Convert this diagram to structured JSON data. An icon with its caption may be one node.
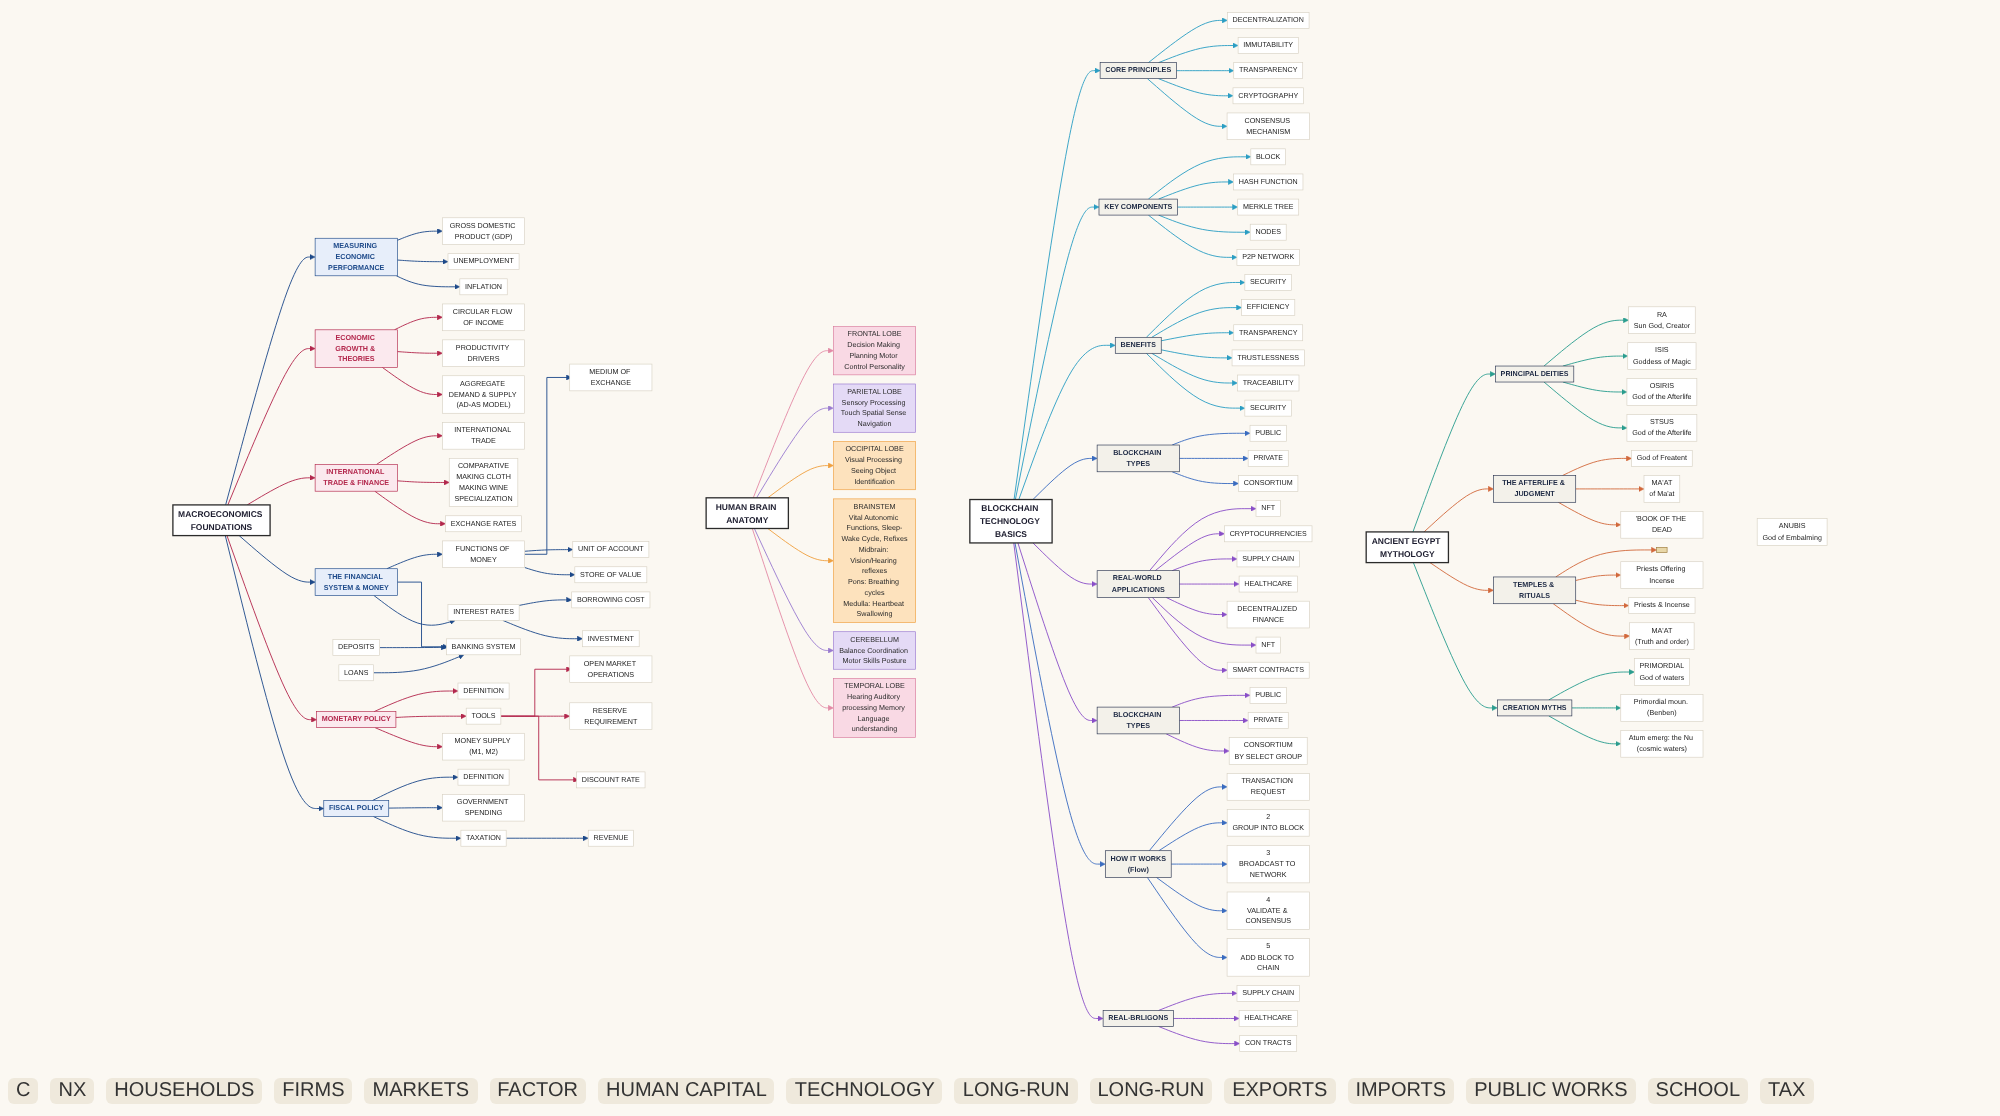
{
  "diagram": {
    "nodes": [
      {
        "text": [
          "MACROECONOMICS FOUNDATIONS"
        ]
      },
      {
        "text": [
          "MEASURING ECONOMIC PERFORMANCE"
        ]
      },
      {
        "text": [
          "GROSS DOMESTIC PRODUCT (GDP)"
        ]
      },
      {
        "text": [
          "UNEMPLOYMENT"
        ]
      },
      {
        "text": [
          "INFLATION"
        ]
      },
      {
        "text": [
          "ECONOMIC GROWTH & THEORIES"
        ]
      },
      {
        "text": [
          "CIRCULAR FLOW OF INCOME"
        ]
      },
      {
        "text": [
          "PRODUCTIVITY DRIVERS"
        ]
      },
      {
        "text": [
          "AGGREGATE DEMAND & SUPPLY (AD-AS MODEL)"
        ]
      },
      {
        "text": [
          "INTERNATIONAL TRADE & FINANCE"
        ]
      },
      {
        "text": [
          "INTERNATIONAL TRADE"
        ]
      },
      {
        "text": [
          "COMPARATIVE",
          "MAKING CLOTH",
          "MAKING WINE",
          "SPECIALIZATION"
        ]
      },
      {
        "text": [
          "EXCHANGE RATES"
        ]
      },
      {
        "text": [
          "THE FINANCIAL SYSTEM & MONEY"
        ]
      },
      {
        "text": [
          "FUNCTIONS OF MONEY"
        ]
      },
      {
        "text": [
          "MEDIUM OF EXCHANGE"
        ]
      },
      {
        "text": [
          "UNIT OF ACCOUNT"
        ]
      },
      {
        "text": [
          "STORE OF VALUE"
        ]
      },
      {
        "text": [
          "BANKING SYSTEM"
        ]
      },
      {
        "text": [
          "DEPOSITS"
        ]
      },
      {
        "text": [
          "LOANS"
        ]
      },
      {
        "text": [
          "INTEREST RATES"
        ]
      },
      {
        "text": [
          "BORROWING COST"
        ]
      },
      {
        "text": [
          "INVESTMENT"
        ]
      },
      {
        "text": [
          "MONETARY POLICY"
        ]
      },
      {
        "text": [
          "DEFINITION"
        ]
      },
      {
        "text": [
          "TOOLS"
        ]
      },
      {
        "text": [
          "OPEN MARKET OPERATIONS"
        ]
      },
      {
        "text": [
          "RESERVE REQUIREMENT"
        ]
      },
      {
        "text": [
          "DISCOUNT RATE"
        ]
      },
      {
        "text": [
          "MONEY SUPPLY (M1, M2)"
        ]
      },
      {
        "text": [
          "FISCAL POLICY"
        ]
      },
      {
        "text": [
          "DEFINITION"
        ]
      },
      {
        "text": [
          "GOVERNMENT SPENDING"
        ]
      },
      {
        "text": [
          "TAXATION"
        ]
      },
      {
        "text": [
          "REVENUE"
        ]
      },
      {
        "text": [
          "HUMAN BRAIN ANATOMY"
        ]
      },
      {
        "text": [
          "FRONTAL LOBE",
          "Decision Making Planning Motor Control Personality"
        ]
      },
      {
        "text": [
          "PARIETAL LOBE",
          "Sensory Processing Touch Spatial Sense Navigation"
        ]
      },
      {
        "text": [
          "OCCIPITAL LOBE",
          "Visual Processing Seeing Object Identification"
        ]
      },
      {
        "text": [
          "BRAINSTEM",
          "Vital Autonomic Functions, Sleep-Wake Cycle, Refixes",
          "Midbrain: Vision/Hearing reflexes",
          "Pons: Breathing cycles",
          "Medulla: Heartbeat Swallowing"
        ]
      },
      {
        "text": [
          "CEREBELLUM",
          "Balance Coordination Motor Skills Posture"
        ]
      },
      {
        "text": [
          "TEMPORAL LOBE",
          "Hearing Auditory processing Memory Language understanding"
        ]
      },
      {
        "text": [
          "BLOCKCHAIN TECHNOLOGY BASICS"
        ]
      },
      {
        "text": [
          "CORE PRINCIPLES"
        ]
      },
      {
        "text": [
          "DECENTRALIZATION"
        ]
      },
      {
        "text": [
          "IMMUTABILITY"
        ]
      },
      {
        "text": [
          "TRANSPARENCY"
        ]
      },
      {
        "text": [
          "CRYPTOGRAPHY"
        ]
      },
      {
        "text": [
          "CONSENSUS MECHANISM"
        ]
      },
      {
        "text": [
          "KEY COMPONENTS"
        ]
      },
      {
        "text": [
          "BLOCK"
        ]
      },
      {
        "text": [
          "HASH FUNCTION"
        ]
      },
      {
        "text": [
          "MERKLE TREE"
        ]
      },
      {
        "text": [
          "NODES"
        ]
      },
      {
        "text": [
          "P2P NETWORK"
        ]
      },
      {
        "text": [
          "BENEFITS"
        ]
      },
      {
        "text": [
          "SECURITY"
        ]
      },
      {
        "text": [
          "EFFICIENCY"
        ]
      },
      {
        "text": [
          "TRANSPARENCY"
        ]
      },
      {
        "text": [
          "TRUSTLESSNESS"
        ]
      },
      {
        "text": [
          "TRACEABILITY"
        ]
      },
      {
        "text": [
          "SECURITY"
        ]
      },
      {
        "text": [
          "BLOCKCHAIN TYPES"
        ]
      },
      {
        "text": [
          "PUBLIC"
        ]
      },
      {
        "text": [
          "PRIVATE"
        ]
      },
      {
        "text": [
          "CONSORTIUM"
        ]
      },
      {
        "text": [
          "REAL-WORLD APPLICATIONS"
        ]
      },
      {
        "text": [
          "NFT"
        ]
      },
      {
        "text": [
          "CRYPTOCURRENCIES"
        ]
      },
      {
        "text": [
          "SUPPLY CHAIN"
        ]
      },
      {
        "text": [
          "HEALTHCARE"
        ]
      },
      {
        "text": [
          "DECENTRALIZED FINANCE"
        ]
      },
      {
        "text": [
          "NFT"
        ]
      },
      {
        "text": [
          "SMART CONTRACTS"
        ]
      },
      {
        "text": [
          "BLOCKCHAIN TYPES"
        ]
      },
      {
        "text": [
          "PUBLIC"
        ]
      },
      {
        "text": [
          "PRIVATE"
        ]
      },
      {
        "text": [
          "CONSORTIUM",
          "BY SELECT GROUP"
        ]
      },
      {
        "text": [
          "HOW IT WORKS",
          "(Flow)"
        ]
      },
      {
        "text": [
          "TRANSACTION REQUEST"
        ]
      },
      {
        "text": [
          "2",
          "GROUP INTO BLOCK"
        ]
      },
      {
        "text": [
          "3",
          "BROADCAST TO NETWORK"
        ]
      },
      {
        "text": [
          "4",
          "VALIDATE & CONSENSUS"
        ]
      },
      {
        "text": [
          "5",
          "ADD BLOCK TO CHAIN"
        ]
      },
      {
        "text": [
          "REAL-BRLIGONS"
        ]
      },
      {
        "text": [
          "SUPPLY CHAIN"
        ]
      },
      {
        "text": [
          "HEALTHCARE"
        ]
      },
      {
        "text": [
          "CON TRACTS"
        ]
      },
      {
        "text": [
          "ANCIENT EGYPT MYTHOLOGY"
        ]
      },
      {
        "text": [
          "PRINCIPAL DEITIES"
        ]
      },
      {
        "text": [
          "RA",
          "Sun God, Creator"
        ]
      },
      {
        "text": [
          "ISIS",
          "Goddess of Magic"
        ]
      },
      {
        "text": [
          "OSIRIS",
          "God of the Afterlife"
        ]
      },
      {
        "text": [
          "STSUS",
          "God of the Afterlife"
        ]
      },
      {
        "text": [
          "THE AFTERLIFE & JUDGMENT"
        ]
      },
      {
        "text": [
          "God of Freatent"
        ]
      },
      {
        "text": [
          "ANUBIS",
          "God of Embalming"
        ]
      },
      {
        "text": [
          "MA'AT",
          "of Ma'at"
        ]
      },
      {
        "text": [
          "'BOOK OF THE DEAD"
        ]
      },
      {
        "text": [
          "TEMPLES & RITUALS"
        ]
      },
      {
        "text": [],
        "shape": "box"
      },
      {
        "text": [
          "Priests Offering Incense"
        ]
      },
      {
        "text": [
          "Priests & Incense"
        ]
      },
      {
        "text": [
          "MA'AT",
          "(Truth and order)"
        ]
      },
      {
        "text": [
          "CREATION MYTHS"
        ]
      },
      {
        "text": [
          "PRIMORDIAL",
          "God of waters"
        ]
      },
      {
        "text": [
          "Primordial moun. (Benben)"
        ]
      },
      {
        "text": [
          "Atum emerg: the Nu (cosmic waters)"
        ]
      }
    ],
    "edges": [
      {
        "from": 0,
        "to": 1,
        "arrow": "to",
        "color": "#1e4a8a"
      },
      {
        "from": 1,
        "to": 2,
        "arrow": "to",
        "color": "#1e4a8a"
      },
      {
        "from": 1,
        "to": 3,
        "arrow": "to",
        "color": "#1e4a8a"
      },
      {
        "from": 1,
        "to": 4,
        "arrow": "to",
        "color": "#1e4a8a"
      },
      {
        "from": 0,
        "to": 5,
        "arrow": "to",
        "color": "#b3284d"
      },
      {
        "from": 5,
        "to": 6,
        "arrow": "to",
        "color": "#b3284d"
      },
      {
        "from": 5,
        "to": 7,
        "arrow": "to",
        "color": "#b3284d"
      },
      {
        "from": 5,
        "to": 8,
        "arrow": "to",
        "color": "#b3284d"
      },
      {
        "from": 0,
        "to": 9,
        "arrow": "to",
        "color": "#b3284d"
      },
      {
        "from": 9,
        "to": 10,
        "arrow": "to",
        "color": "#b3284d"
      },
      {
        "from": 9,
        "to": 11,
        "arrow": "to",
        "color": "#b3284d"
      },
      {
        "from": 9,
        "to": 12,
        "arrow": "to",
        "color": "#b3284d"
      },
      {
        "from": 0,
        "to": 13,
        "arrow": "to",
        "color": "#1e4a8a"
      },
      {
        "from": 13,
        "to": 14,
        "arrow": "to",
        "color": "#1e4a8a"
      },
      {
        "from": 14,
        "to": 15,
        "arrow": "to",
        "color": "#1e4a8a"
      },
      {
        "from": 14,
        "to": 16,
        "arrow": "to",
        "color": "#1e4a8a"
      },
      {
        "from": 14,
        "to": 17,
        "arrow": "to",
        "color": "#1e4a8a"
      },
      {
        "from": 13,
        "to": 18,
        "arrow": "to",
        "color": "#1e4a8a"
      },
      {
        "from": 19,
        "to": 18,
        "arrow": "to",
        "color": "#1e4a8a"
      },
      {
        "from": 20,
        "to": 18,
        "arrow": "to",
        "color": "#1e4a8a"
      },
      {
        "from": 13,
        "to": 21,
        "arrow": "to",
        "color": "#1e4a8a"
      },
      {
        "from": 21,
        "to": 22,
        "arrow": "to",
        "color": "#1e4a8a"
      },
      {
        "from": 21,
        "to": 23,
        "arrow": "to",
        "color": "#1e4a8a"
      },
      {
        "from": 0,
        "to": 24,
        "arrow": "to",
        "color": "#b3284d"
      },
      {
        "from": 24,
        "to": 25,
        "arrow": "to",
        "color": "#b3284d"
      },
      {
        "from": 24,
        "to": 26,
        "arrow": "to",
        "color": "#b3284d"
      },
      {
        "from": 26,
        "to": 27,
        "arrow": "to",
        "color": "#b3284d"
      },
      {
        "from": 26,
        "to": 28,
        "arrow": "to",
        "color": "#b3284d"
      },
      {
        "from": 26,
        "to": 29,
        "arrow": "to",
        "color": "#b3284d"
      },
      {
        "from": 24,
        "to": 30,
        "arrow": "to",
        "color": "#b3284d"
      },
      {
        "from": 0,
        "to": 31,
        "arrow": "to",
        "color": "#1e4a8a"
      },
      {
        "from": 31,
        "to": 32,
        "arrow": "to",
        "color": "#1e4a8a"
      },
      {
        "from": 31,
        "to": 33,
        "arrow": "to",
        "color": "#1e4a8a"
      },
      {
        "from": 31,
        "to": 34,
        "arrow": "to",
        "color": "#1e4a8a"
      },
      {
        "from": 34,
        "to": 35,
        "arrow": "to",
        "color": "#1e4a8a"
      },
      {
        "from": 36,
        "to": 37,
        "arrow": "to",
        "color": "#e38aa6"
      },
      {
        "from": 36,
        "to": 38,
        "arrow": "to",
        "color": "#9a7bd0"
      },
      {
        "from": 36,
        "to": 39,
        "arrow": "to",
        "color": "#f0a040"
      },
      {
        "from": 36,
        "to": 40,
        "arrow": "to",
        "color": "#f0a040"
      },
      {
        "from": 36,
        "to": 41,
        "arrow": "to",
        "color": "#9a7bd0"
      },
      {
        "from": 36,
        "to": 42,
        "arrow": "to",
        "color": "#e38aa6"
      },
      {
        "from": 43,
        "to": 44,
        "arrow": "to",
        "color": "#2b9ec4"
      },
      {
        "from": 44,
        "to": 45,
        "arrow": "to",
        "color": "#2b9ec4"
      },
      {
        "from": 44,
        "to": 46,
        "arrow": "to",
        "color": "#2b9ec4"
      },
      {
        "from": 44,
        "to": 47,
        "arrow": "to",
        "color": "#2b9ec4"
      },
      {
        "from": 44,
        "to": 48,
        "arrow": "to",
        "color": "#2b9ec4"
      },
      {
        "from": 44,
        "to": 49,
        "arrow": "to",
        "color": "#2b9ec4"
      },
      {
        "from": 43,
        "to": 50,
        "arrow": "to",
        "color": "#2b9ec4"
      },
      {
        "from": 50,
        "to": 51,
        "arrow": "to",
        "color": "#2b9ec4"
      },
      {
        "from": 50,
        "to": 52,
        "arrow": "to",
        "color": "#2b9ec4"
      },
      {
        "from": 50,
        "to": 53,
        "arrow": "to",
        "color": "#2b9ec4"
      },
      {
        "from": 50,
        "to": 54,
        "arrow": "to",
        "color": "#2b9ec4"
      },
      {
        "from": 50,
        "to": 55,
        "arrow": "to",
        "color": "#2b9ec4"
      },
      {
        "from": 43,
        "to": 56,
        "arrow": "to",
        "color": "#2b9ec4"
      },
      {
        "from": 56,
        "to": 57,
        "arrow": "to",
        "color": "#2b9ec4"
      },
      {
        "from": 56,
        "to": 58,
        "arrow": "to",
        "color": "#2b9ec4"
      },
      {
        "from": 56,
        "to": 59,
        "arrow": "to",
        "color": "#2b9ec4"
      },
      {
        "from": 56,
        "to": 60,
        "arrow": "to",
        "color": "#2b9ec4"
      },
      {
        "from": 56,
        "to": 61,
        "arrow": "to",
        "color": "#2b9ec4"
      },
      {
        "from": 56,
        "to": 62,
        "arrow": "to",
        "color": "#2b9ec4"
      },
      {
        "from": 43,
        "to": 63,
        "arrow": "to",
        "color": "#3a6cc0"
      },
      {
        "from": 63,
        "to": 64,
        "arrow": "to",
        "color": "#3a6cc0"
      },
      {
        "from": 63,
        "to": 65,
        "arrow": "to",
        "color": "#3a6cc0"
      },
      {
        "from": 63,
        "to": 66,
        "arrow": "to",
        "color": "#3a6cc0"
      },
      {
        "from": 43,
        "to": 67,
        "arrow": "to",
        "color": "#8a4fc8"
      },
      {
        "from": 67,
        "to": 68,
        "arrow": "to",
        "color": "#8a4fc8"
      },
      {
        "from": 67,
        "to": 69,
        "arrow": "to",
        "color": "#8a4fc8"
      },
      {
        "from": 67,
        "to": 70,
        "arrow": "to",
        "color": "#8a4fc8"
      },
      {
        "from": 67,
        "to": 71,
        "arrow": "to",
        "color": "#8a4fc8"
      },
      {
        "from": 67,
        "to": 72,
        "arrow": "to",
        "color": "#8a4fc8"
      },
      {
        "from": 67,
        "to": 73,
        "arrow": "to",
        "color": "#8a4fc8"
      },
      {
        "from": 67,
        "to": 74,
        "arrow": "to",
        "color": "#8a4fc8"
      },
      {
        "from": 43,
        "to": 75,
        "arrow": "to",
        "color": "#8a4fc8"
      },
      {
        "from": 75,
        "to": 76,
        "arrow": "to",
        "color": "#8a4fc8"
      },
      {
        "from": 75,
        "to": 77,
        "arrow": "to",
        "color": "#8a4fc8"
      },
      {
        "from": 75,
        "to": 78,
        "arrow": "to",
        "color": "#8a4fc8"
      },
      {
        "from": 43,
        "to": 79,
        "arrow": "to",
        "color": "#3a6cc0"
      },
      {
        "from": 79,
        "to": 80,
        "arrow": "to",
        "color": "#3a6cc0"
      },
      {
        "from": 79,
        "to": 81,
        "arrow": "to",
        "color": "#3a6cc0"
      },
      {
        "from": 79,
        "to": 82,
        "arrow": "to",
        "color": "#3a6cc0"
      },
      {
        "from": 79,
        "to": 83,
        "arrow": "to",
        "color": "#3a6cc0"
      },
      {
        "from": 79,
        "to": 84,
        "arrow": "to",
        "color": "#3a6cc0"
      },
      {
        "from": 43,
        "to": 85,
        "arrow": "to",
        "color": "#8a4fc8"
      },
      {
        "from": 85,
        "to": 86,
        "arrow": "to",
        "color": "#8a4fc8"
      },
      {
        "from": 85,
        "to": 87,
        "arrow": "to",
        "color": "#8a4fc8"
      },
      {
        "from": 85,
        "to": 88,
        "arrow": "to",
        "color": "#8a4fc8"
      },
      {
        "from": 89,
        "to": 90,
        "arrow": "to",
        "color": "#2a9d8f"
      },
      {
        "from": 90,
        "to": 91,
        "arrow": "to",
        "color": "#2a9d8f"
      },
      {
        "from": 90,
        "to": 92,
        "arrow": "to",
        "color": "#2a9d8f"
      },
      {
        "from": 90,
        "to": 93,
        "arrow": "to",
        "color": "#2a9d8f"
      },
      {
        "from": 90,
        "to": 94,
        "arrow": "to",
        "color": "#2a9d8f"
      },
      {
        "from": 89,
        "to": 95,
        "arrow": "to",
        "color": "#d2693c"
      },
      {
        "from": 95,
        "to": 96,
        "arrow": "to",
        "color": "#d2693c"
      },
      {
        "from": 95,
        "to": 98,
        "arrow": "to",
        "color": "#d2693c"
      },
      {
        "from": 95,
        "to": 99,
        "arrow": "to",
        "color": "#d2693c"
      },
      {
        "from": 89,
        "to": 100,
        "arrow": "to",
        "color": "#d2693c"
      },
      {
        "from": 100,
        "to": 101,
        "arrow": "to",
        "color": "#d2693c"
      },
      {
        "from": 100,
        "to": 102,
        "arrow": "to",
        "color": "#d2693c"
      },
      {
        "from": 100,
        "to": 103,
        "arrow": "to",
        "color": "#d2693c"
      },
      {
        "from": 100,
        "to": 104,
        "arrow": "to",
        "color": "#d2693c"
      },
      {
        "from": 89,
        "to": 105,
        "arrow": "to",
        "color": "#2a9d8f"
      },
      {
        "from": 105,
        "to": 106,
        "arrow": "to",
        "color": "#2a9d8f"
      },
      {
        "from": 105,
        "to": 107,
        "arrow": "to",
        "color": "#2a9d8f"
      },
      {
        "from": 105,
        "to": 108,
        "arrow": "to",
        "color": "#2a9d8f"
      }
    ],
    "labels": [
      "C",
      "NX",
      "HOUSEHOLDS",
      "FIRMS",
      "MARKETS",
      "FACTOR",
      "HUMAN CAPITAL",
      "TECHNOLOGY",
      "LONG-RUN",
      "LONG-RUN",
      "EXPORTS",
      "IMPORTS",
      "PUBLIC WORKS",
      "SCHOOL",
      "TAX"
    ]
  }
}
